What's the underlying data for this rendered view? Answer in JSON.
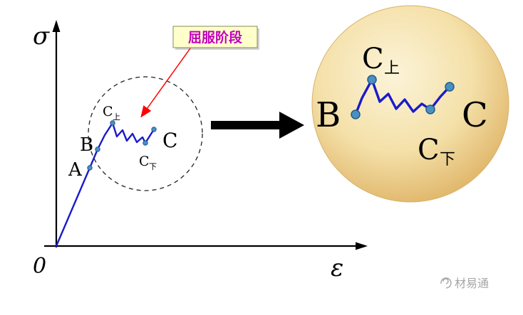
{
  "graph": {
    "y_axis_label": "σ",
    "x_axis_label": "ε",
    "origin_label": "0",
    "points": {
      "A": "A",
      "B": "B",
      "C": "C",
      "C_upper_main": "C",
      "C_upper_sub": "上",
      "C_lower_main": "C",
      "C_lower_sub": "下"
    }
  },
  "callout": {
    "yield_stage": "屈服阶段"
  },
  "inset": {
    "B": "B",
    "C": "C",
    "C_upper_main": "C",
    "C_upper_sub": "上",
    "C_lower_main": "C",
    "C_lower_sub": "下"
  },
  "watermark": {
    "text": "材易通"
  },
  "colors": {
    "curve_blue": "#1a1acc",
    "yield_text": "#c000c0",
    "yield_bg": "#ffffcc",
    "red_arrow": "#ff0000",
    "axis_black": "#000000",
    "ball_center": "#fcf4d9",
    "ball_edge": "#ddb061",
    "dot_fill": "#4a90c2",
    "dot_stroke": "#1f5c8b",
    "watermark_gray": "#a6a6a6"
  }
}
